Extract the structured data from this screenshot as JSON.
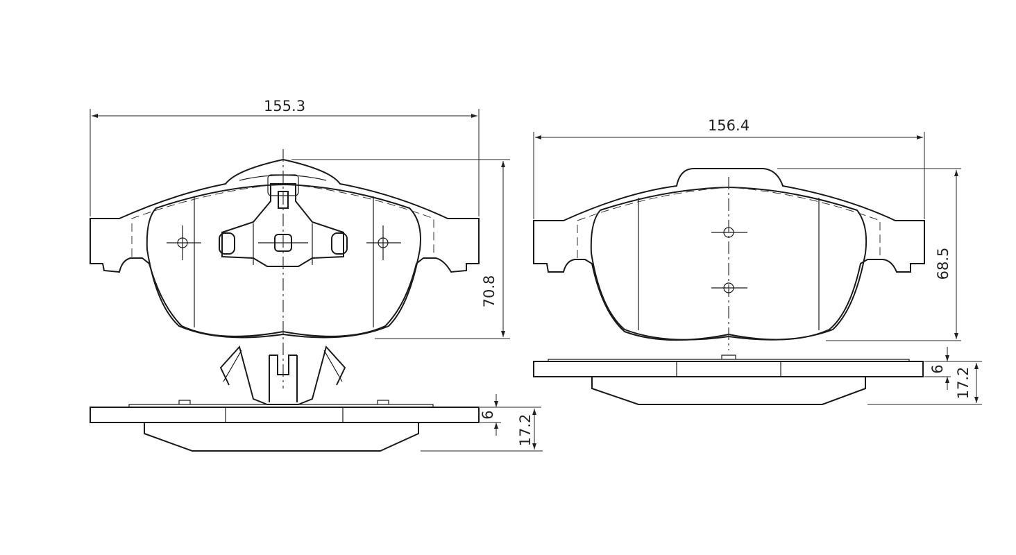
{
  "left_pad": {
    "width_label": "155.3",
    "height_label": "70.8",
    "backing_label": "6",
    "thickness_label": "17.2"
  },
  "right_pad": {
    "width_label": "156.4",
    "height_label": "68.5",
    "backing_label": "6",
    "thickness_label": "17.2"
  }
}
